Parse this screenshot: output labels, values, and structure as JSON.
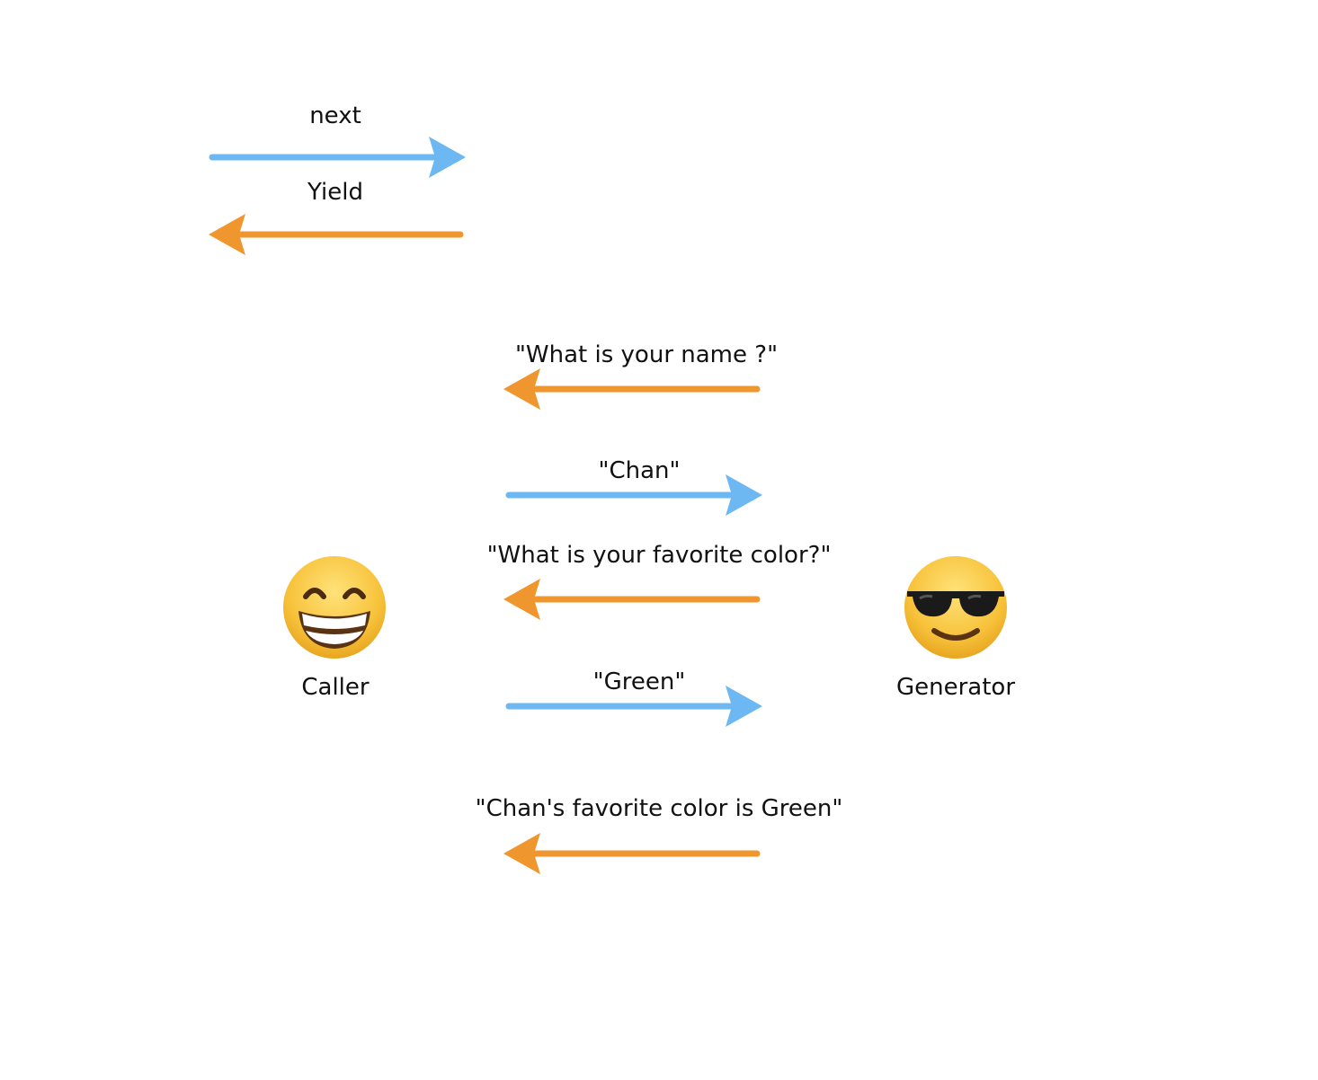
{
  "legend": {
    "next_label": "next",
    "yield_label": "Yield"
  },
  "actors": {
    "caller": {
      "label": "Caller",
      "icon": "grinning-face-icon"
    },
    "generator": {
      "label": "Generator",
      "icon": "sunglasses-face-icon"
    }
  },
  "messages": [
    {
      "text": "\"What is your name ?\"",
      "kind": "yield"
    },
    {
      "text": "\"Chan\"",
      "kind": "next"
    },
    {
      "text": "\"What is your favorite color?\"",
      "kind": "yield"
    },
    {
      "text": "\"Green\"",
      "kind": "next"
    },
    {
      "text": "\"Chan's favorite color is Green\"",
      "kind": "yield"
    }
  ],
  "colors": {
    "next": "#6DB8F2",
    "yield": "#F0962E",
    "emoji_face": "#F7C23A"
  }
}
